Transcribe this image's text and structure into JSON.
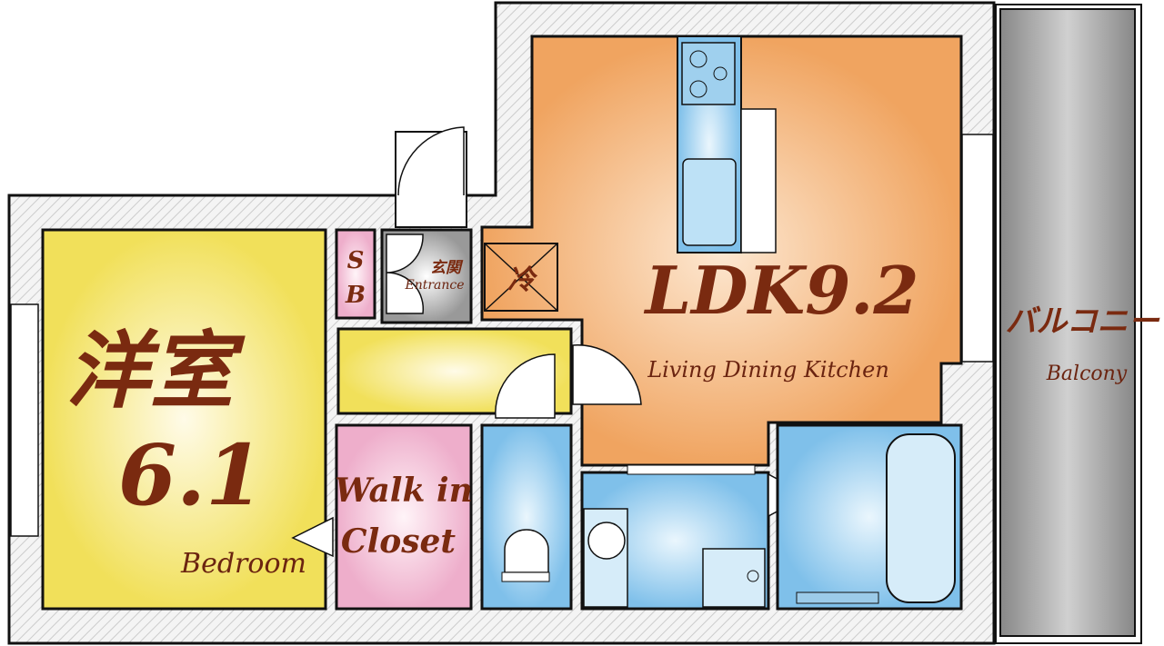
{
  "rooms": {
    "bedroom": {
      "jp": "洋室",
      "size": "6.1",
      "en": "Bedroom"
    },
    "closet": {
      "line1": "Walk in",
      "line2": "Closet"
    },
    "storage": {
      "line1": "S",
      "line2": "B"
    },
    "entrance": {
      "jp": "玄関",
      "en": "Entrance"
    },
    "fridge": {
      "jp": "冷"
    },
    "ldk": {
      "title": "LDK9.2",
      "en": "Living Dining Kitchen"
    },
    "balcony": {
      "jp": "バルコニー",
      "en": "Balcony"
    }
  },
  "colors": {
    "bedroom": "#f3e46a",
    "ldk": "#f2ad6a",
    "wet": "#8ec8ec",
    "closet": "#f2bcd4",
    "balcony": "#a8a8a8"
  }
}
